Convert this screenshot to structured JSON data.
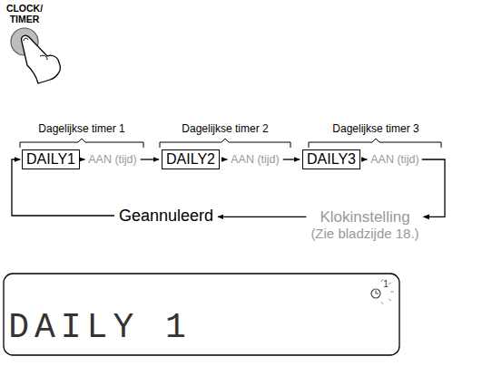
{
  "diagram": {
    "nodes": [
      {
        "text": [
          "DAILY1"
        ]
      },
      {
        "text": [
          "AAN (tijd)"
        ]
      },
      {
        "text": [
          "DAILY2"
        ]
      },
      {
        "text": [
          "AAN (tijd)"
        ]
      },
      {
        "text": [
          "DAILY3"
        ]
      },
      {
        "text": [
          "AAN (tijd)"
        ]
      },
      {
        "text": [
          "Klokinstelling",
          "(Zie bladzijde 18.)"
        ]
      },
      {
        "text": [
          "Geannuleerd"
        ]
      }
    ],
    "edges": [
      {
        "from": 0,
        "to": 1,
        "arrow": "to"
      },
      {
        "from": 1,
        "to": 2,
        "arrow": "to"
      },
      {
        "from": 2,
        "to": 3,
        "arrow": "to"
      },
      {
        "from": 3,
        "to": 4,
        "arrow": "to"
      },
      {
        "from": 4,
        "to": 5,
        "arrow": "to"
      },
      {
        "from": 5,
        "to": 6,
        "arrow": "to"
      },
      {
        "from": 6,
        "to": 7,
        "arrow": "to"
      },
      {
        "from": 7,
        "to": 0,
        "arrow": "to"
      }
    ],
    "labels": [
      "CLOCK/ TIMER",
      "Dagelijkse timer 1",
      "Dagelijkse timer 2",
      "Dagelijkse timer 3",
      "DAILY 1",
      "1"
    ]
  }
}
